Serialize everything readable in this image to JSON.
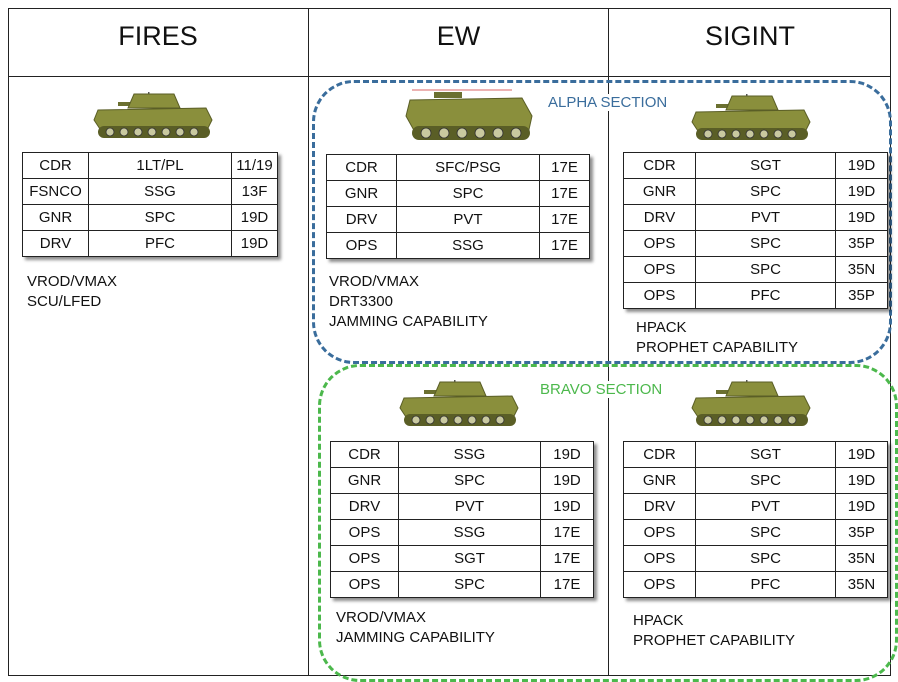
{
  "colors": {
    "alpha": "#3a6d9c",
    "bravo": "#4cb84c",
    "vehicle": "#8a8f3c"
  },
  "icons": [
    "bradley-ifv-icon",
    "m113-apc-icon"
  ],
  "columns": {
    "fires": "FIRES",
    "ew": "EW",
    "sigint": "SIGINT"
  },
  "sections": {
    "alpha": "ALPHA SECTION",
    "bravo": "BRAVO SECTION"
  },
  "fires": {
    "crew": [
      [
        "CDR",
        "1LT/PL",
        "11/19"
      ],
      [
        "FSNCO",
        "SSG",
        "13F"
      ],
      [
        "GNR",
        "SPC",
        "19D"
      ],
      [
        "DRV",
        "PFC",
        "19D"
      ]
    ],
    "capabilities": [
      "VROD/VMAX",
      "SCU/LFED"
    ]
  },
  "ew_alpha": {
    "crew": [
      [
        "CDR",
        "SFC/PSG",
        "17E"
      ],
      [
        "GNR",
        "SPC",
        "17E"
      ],
      [
        "DRV",
        "PVT",
        "17E"
      ],
      [
        "OPS",
        "SSG",
        "17E"
      ]
    ],
    "capabilities": [
      "VROD/VMAX",
      "DRT3300",
      "JAMMING CAPABILITY"
    ]
  },
  "sigint_alpha": {
    "crew": [
      [
        "CDR",
        "SGT",
        "19D"
      ],
      [
        "GNR",
        "SPC",
        "19D"
      ],
      [
        "DRV",
        "PVT",
        "19D"
      ],
      [
        "OPS",
        "SPC",
        "35P"
      ],
      [
        "OPS",
        "SPC",
        "35N"
      ],
      [
        "OPS",
        "PFC",
        "35P"
      ]
    ],
    "capabilities": [
      "HPACK",
      "PROPHET CAPABILITY"
    ]
  },
  "ew_bravo": {
    "crew": [
      [
        "CDR",
        "SSG",
        "19D"
      ],
      [
        "GNR",
        "SPC",
        "19D"
      ],
      [
        "DRV",
        "PVT",
        "19D"
      ],
      [
        "OPS",
        "SSG",
        "17E"
      ],
      [
        "OPS",
        "SGT",
        "17E"
      ],
      [
        "OPS",
        "SPC",
        "17E"
      ]
    ],
    "capabilities": [
      "VROD/VMAX",
      "JAMMING CAPABILITY"
    ]
  },
  "sigint_bravo": {
    "crew": [
      [
        "CDR",
        "SGT",
        "19D"
      ],
      [
        "GNR",
        "SPC",
        "19D"
      ],
      [
        "DRV",
        "PVT",
        "19D"
      ],
      [
        "OPS",
        "SPC",
        "35P"
      ],
      [
        "OPS",
        "SPC",
        "35N"
      ],
      [
        "OPS",
        "PFC",
        "35N"
      ]
    ],
    "capabilities": [
      "HPACK",
      "PROPHET CAPABILITY"
    ]
  }
}
